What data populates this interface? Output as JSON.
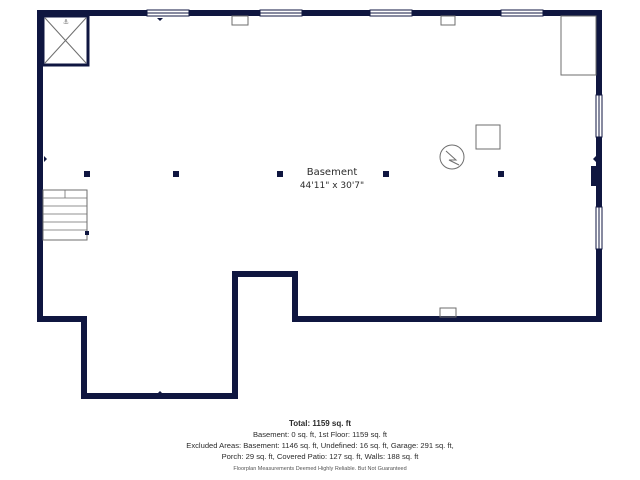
{
  "room": {
    "name": "Basement",
    "dimensions": "44'11\" x 30'7\""
  },
  "summary": {
    "total": "Total: 1159 sq. ft",
    "line1": "Basement: 0 sq. ft, 1st Floor: 1159 sq. ft",
    "line2": "Excluded Areas: Basement: 1146 sq. ft, Undefined: 16 sq. ft, Garage: 291 sq. ft,",
    "line3": "Porch: 29 sq. ft, Covered Patio: 127 sq. ft, Walls: 188 sq. ft",
    "disclaimer": "Floorplan Measurements Deemed Highly Reliable. But Not Guaranteed"
  },
  "colors": {
    "wall": "#0f1640",
    "fixture": "#6e6e6e",
    "text": "#2b2b2b"
  }
}
